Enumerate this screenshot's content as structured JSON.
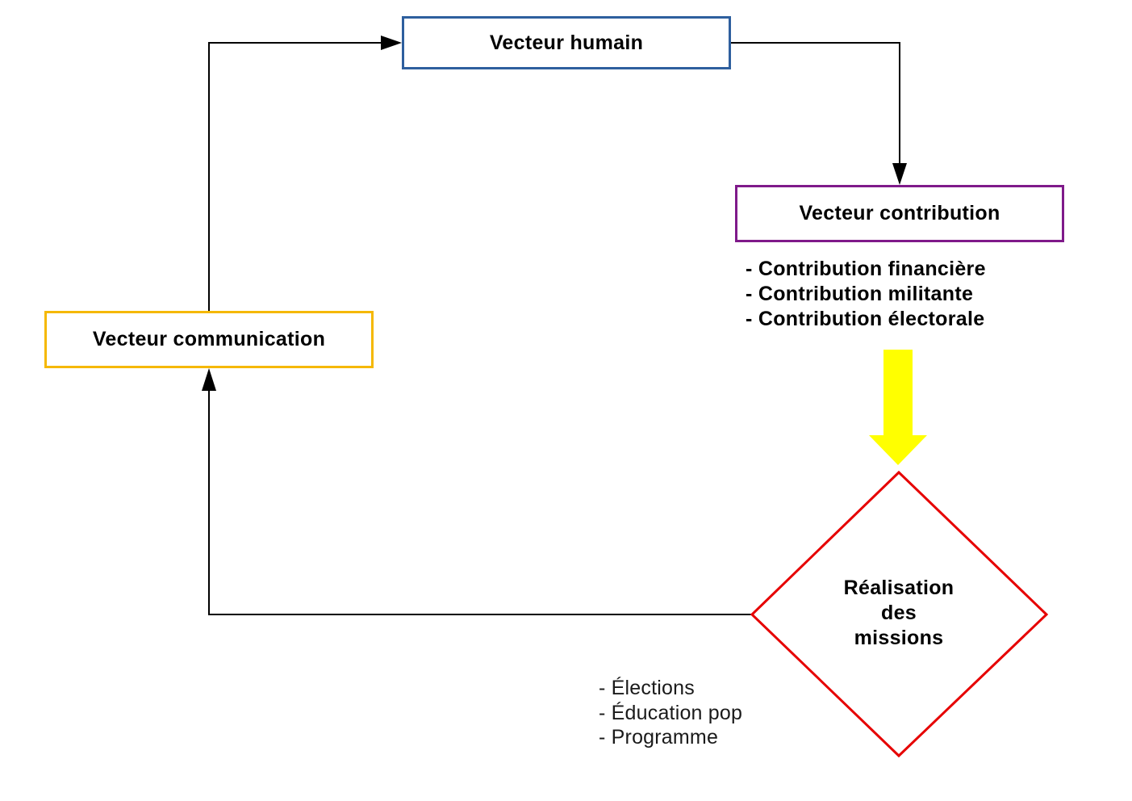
{
  "nodes": {
    "humain": {
      "label": "Vecteur humain",
      "color": "#2e5f9e"
    },
    "contribution": {
      "label": "Vecteur contribution",
      "color": "#7f1a8a"
    },
    "communication": {
      "label": "Vecteur communication",
      "color": "#f5b800"
    },
    "missions": {
      "label_lines": [
        "Réalisation",
        "des",
        "missions"
      ],
      "color": "#e60000"
    }
  },
  "contribution_items": [
    "- Contribution financière",
    "- Contribution militante",
    "- Contribution électorale"
  ],
  "missions_items": [
    "- Élections",
    "- Éducation pop",
    "- Programme"
  ],
  "arrow_colors": {
    "connector": "#000000",
    "big_arrow": "#ffff00"
  }
}
